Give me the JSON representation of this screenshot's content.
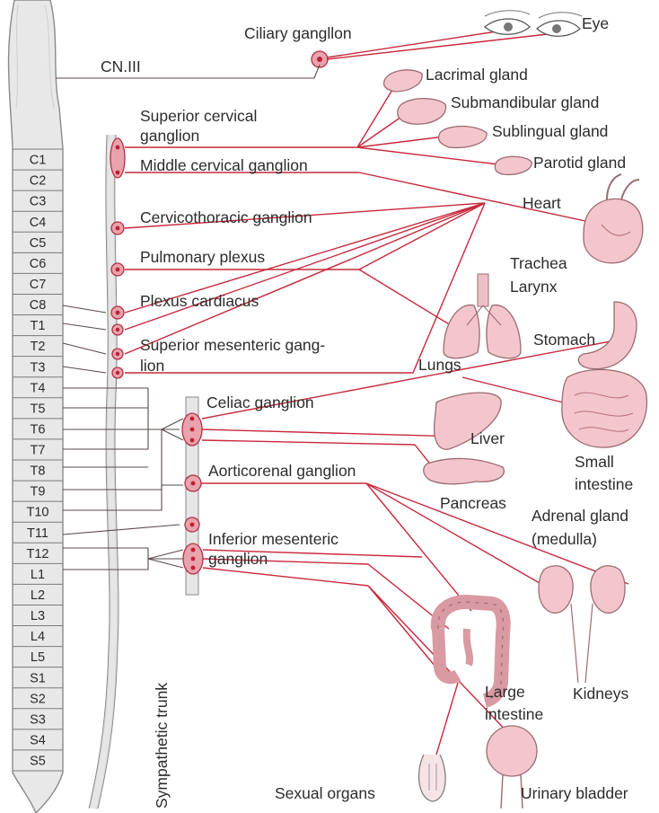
{
  "labels": {
    "eye": "Eye",
    "ciliary_ganglion": "Ciliary gangllon",
    "cn_iii": "CN.III",
    "lacrimal_gland": "Lacrimal gland",
    "submandibular_gland": "Submandibular gland",
    "sublingual_gland": "Sublingual gland",
    "parotid_gland": "Parotid gland",
    "superior_cervical_1": "Superior cervical",
    "superior_cervical_2": "ganglion",
    "middle_cervical": "Middle cervical ganglion",
    "heart": "Heart",
    "cervicothoracic": "Cervicothoracic ganglion",
    "pulmonary_plexus": "Pulmonary plexus",
    "trachea": "Trachea",
    "larynx": "Larynx",
    "plexus_cardiacus": "Plexus cardiacus",
    "superior_mesenteric_1": "Superior mesenteric gang-",
    "superior_mesenteric_2": "lion",
    "stomach": "Stomach",
    "lungs": "Lungs",
    "celiac_ganglion": "Celiac ganglion",
    "liver": "Liver",
    "small_intestine_1": "Small",
    "small_intestine_2": "intestine",
    "aorticorenal": "Aorticorenal ganglion",
    "pancreas": "Pancreas",
    "adrenal_1": "Adrenal gland",
    "adrenal_2": "(medulla)",
    "inferior_mesenteric_1": "Inferior mesenteric",
    "inferior_mesenteric_2": "ganglion",
    "kidneys": "Kidneys",
    "large_intestine_1": "Large",
    "large_intestine_2": "intestine",
    "sympathetic_trunk": "Sympathetic trunk",
    "sexual_organs": "Sexual organs",
    "urinary_bladder": "Urinary bladder"
  },
  "segments": [
    "C1",
    "C2",
    "C3",
    "C4",
    "C5",
    "C6",
    "C7",
    "C8",
    "T1",
    "T2",
    "T3",
    "T4",
    "T5",
    "T6",
    "T7",
    "T8",
    "T9",
    "T10",
    "T11",
    "T12",
    "L1",
    "L2",
    "L3",
    "L4",
    "L5",
    "S1",
    "S2",
    "S3",
    "S4",
    "S5"
  ],
  "colors": {
    "nerve": "#c8283c",
    "organ_fill": "#f2c6cc",
    "spinal_fill": "#e6e6e6",
    "text": "#2c2c2c"
  }
}
